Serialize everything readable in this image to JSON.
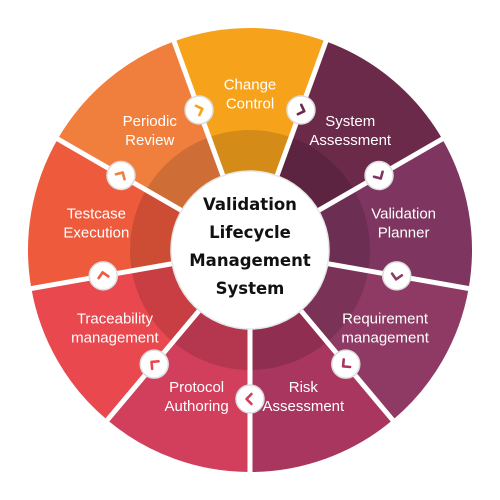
{
  "center": {
    "lines": [
      "Validation",
      "Lifecycle",
      "Management",
      "System"
    ]
  },
  "segments": [
    {
      "label_lines": [
        "Change",
        "Control"
      ],
      "color": "#F7A21B",
      "icon": "chevron-icon"
    },
    {
      "label_lines": [
        "System",
        "Assessment"
      ],
      "color": "#6B2A4A",
      "icon": "chevron-icon"
    },
    {
      "label_lines": [
        "Validation",
        "Planner"
      ],
      "color": "#7E3560",
      "icon": "chevron-icon"
    },
    {
      "label_lines": [
        "Requirement",
        "management"
      ],
      "color": "#8E3A64",
      "icon": "chevron-icon"
    },
    {
      "label_lines": [
        "Risk",
        "Assessment"
      ],
      "color": "#A8365E",
      "icon": "chevron-icon"
    },
    {
      "label_lines": [
        "Protocol",
        "Authoring"
      ],
      "color": "#D23F5C",
      "icon": "chevron-icon"
    },
    {
      "label_lines": [
        "Traceability",
        "management"
      ],
      "color": "#E8484E",
      "icon": "chevron-icon"
    },
    {
      "label_lines": [
        "Testcase",
        "Execution"
      ],
      "color": "#EE5A3C",
      "icon": "chevron-icon"
    },
    {
      "label_lines": [
        "Periodic",
        "Review"
      ],
      "color": "#F07F3E",
      "icon": "chevron-icon"
    }
  ],
  "colors": {
    "center_fill": "#ffffff",
    "divider": "#ffffff",
    "center_text": "#111111",
    "label_text": "#ffffff"
  }
}
